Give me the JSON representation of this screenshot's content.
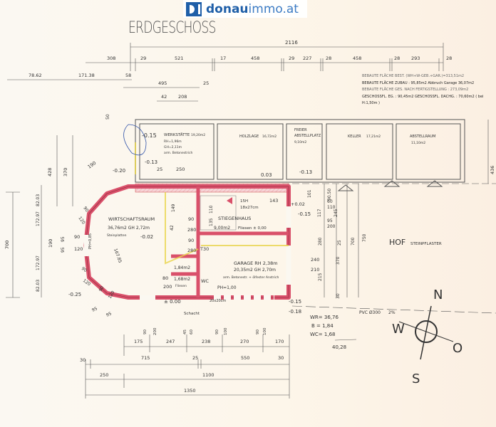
{
  "title": "ERDGESCHOSS",
  "logo": {
    "brand_bold": "donau",
    "brand_light": "immo.at"
  },
  "area_info": [
    "BEBAUTE FLÄCHE BEST. (WH+W-GEB.+GAR.)=313,51m2",
    "BEBAUTE FLÄCHE ZUBAU : 95,85m2   Abbruch Garage 36,07m2",
    "BEBAUTE FLÄCHE GES. NACH FERTIGSTELLUNG : 273,09m2",
    "GESCHOSSFL. EG. : 90,45m2   GESCHOSSFL. DACHG. : 70,60m2 ( bei H:1,50m )"
  ],
  "rooms": {
    "werkstaette": {
      "name": "WERKSTÄTTE",
      "area": "19,20m2",
      "rh": "RH=1,96m",
      "gh": "GH=2,11m",
      "floor": "arm. Betonestrich"
    },
    "holzlage": {
      "name": "HOLZLAGE",
      "area": "16,72m2"
    },
    "abstellplatz": {
      "name1": "FREIER",
      "name2": "ABSTELLPLATZ",
      "area": "9,10m2"
    },
    "keller": {
      "name": "KELLER",
      "area": "17,21m2"
    },
    "abstellraum": {
      "name": "ABSTELLRAUM",
      "area": "11,10m2"
    },
    "wirtschaftsraum": {
      "name": "WIRTSCHAFTSRAUM",
      "area_gh": "36,76m2   GH 2,72m",
      "floor": "Steinplatten"
    },
    "stiegenhaus": {
      "name": "STIEGENHAUS",
      "area": "9,00m2",
      "floor": "Fliesen ± 0,00",
      "stairs": "15H",
      "step": "18x27cm"
    },
    "garage": {
      "name": "GARAGE  RH 2,38m",
      "area_gh": "20,35m2   GH 2,70m",
      "floor": "arm. Betonestr. + ölfester Anstrich",
      "ph": "PH=1,00"
    },
    "small1": {
      "area": "1,84m2"
    },
    "small2": {
      "area": "1,68m2",
      "floor": "Fliesen"
    },
    "wc": {
      "name": "WC"
    },
    "hof": {
      "name": "HOF",
      "floor": "STEINPFLASTER"
    }
  },
  "levels": [
    "-0.15",
    "-0.13",
    "-0.20",
    "-0.13",
    "0.03",
    "-0.02",
    "± 0.00",
    "-0.15",
    "-0.18",
    "-0.25",
    "+0.02",
    "-0.15",
    "PH=0,85"
  ],
  "misc": {
    "t30": "T30",
    "schacht": "Schacht",
    "grate": "20x20cm",
    "pipe": "PVC Ø300",
    "slope": "2%"
  },
  "notes": [
    "WR=  36,76",
    "B =    1,84",
    "WC=    1,68",
    "40,28"
  ],
  "compass": {
    "n": "N",
    "o": "O",
    "s": "S",
    "w": "W"
  },
  "dims": {
    "top_total": "2116",
    "top_row": [
      "29",
      "521",
      "17",
      "458",
      "29",
      "227",
      "28",
      "458",
      "28",
      "293",
      "28"
    ],
    "left_top": [
      "308",
      "78.62",
      "171.38",
      "58",
      "495",
      "25",
      "42",
      "208"
    ],
    "left_side": [
      "700",
      "428",
      "370",
      "50",
      "190",
      "82.03",
      "172.97",
      "172.97",
      "82.03",
      "190",
      "95",
      "95",
      "90",
      "120",
      "90",
      "120",
      "90",
      "120",
      "90",
      "120",
      "167.85",
      "95",
      "95"
    ],
    "inner": [
      "25",
      "250",
      "149",
      "110",
      "135",
      "90",
      "280",
      "42",
      "90",
      "280",
      "143",
      "80",
      "200"
    ],
    "right": [
      "436",
      "101",
      "90.50",
      "60",
      "110",
      "117",
      "245",
      "95",
      "200",
      "280",
      "25",
      "700",
      "750",
      "240",
      "210",
      "370",
      "215",
      "30"
    ],
    "bottom_row1": [
      "175",
      "90",
      "200",
      "247",
      "45",
      "60",
      "238",
      "90",
      "100",
      "270",
      "90",
      "100",
      "170"
    ],
    "bottom_row2": [
      "30",
      "715",
      "25",
      "550",
      "30"
    ],
    "bottom_row3": [
      "250",
      "1100"
    ],
    "bottom_total": "1350"
  }
}
